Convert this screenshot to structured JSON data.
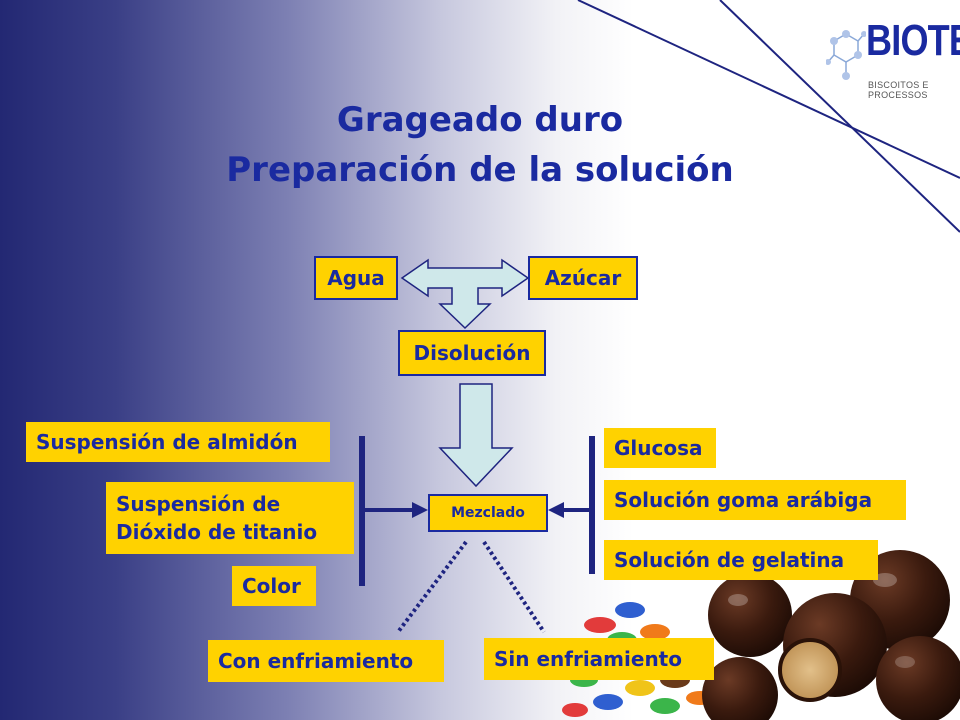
{
  "title": {
    "line1": "Grageado duro",
    "line2": "Preparación de la solución"
  },
  "logo": {
    "name": "BIOTEC",
    "tagline": "BISCOITOS E PROCESSOS"
  },
  "flow": {
    "top_left": "Agua",
    "top_right": "Azúcar",
    "dissolution": "Disolución",
    "mix": "Mezclado",
    "left_inputs": {
      "starch": "Suspensión de almidón",
      "tio2_line1": "Suspensión de",
      "tio2_line2": "Dióxido de titanio",
      "color": "Color"
    },
    "right_inputs": {
      "glucose": "Glucosa",
      "arabic_gum": "Solución goma arábiga",
      "gelatin": "Solución de gelatina"
    },
    "outputs": {
      "cooled": "Con enfriamiento",
      "uncooled": "Sin enfriamiento"
    }
  },
  "colors": {
    "box_fill": "#ffd200",
    "text_blue": "#1a2aa0",
    "arrow_fill": "#cfe8ea",
    "line_navy": "#1e2480"
  }
}
